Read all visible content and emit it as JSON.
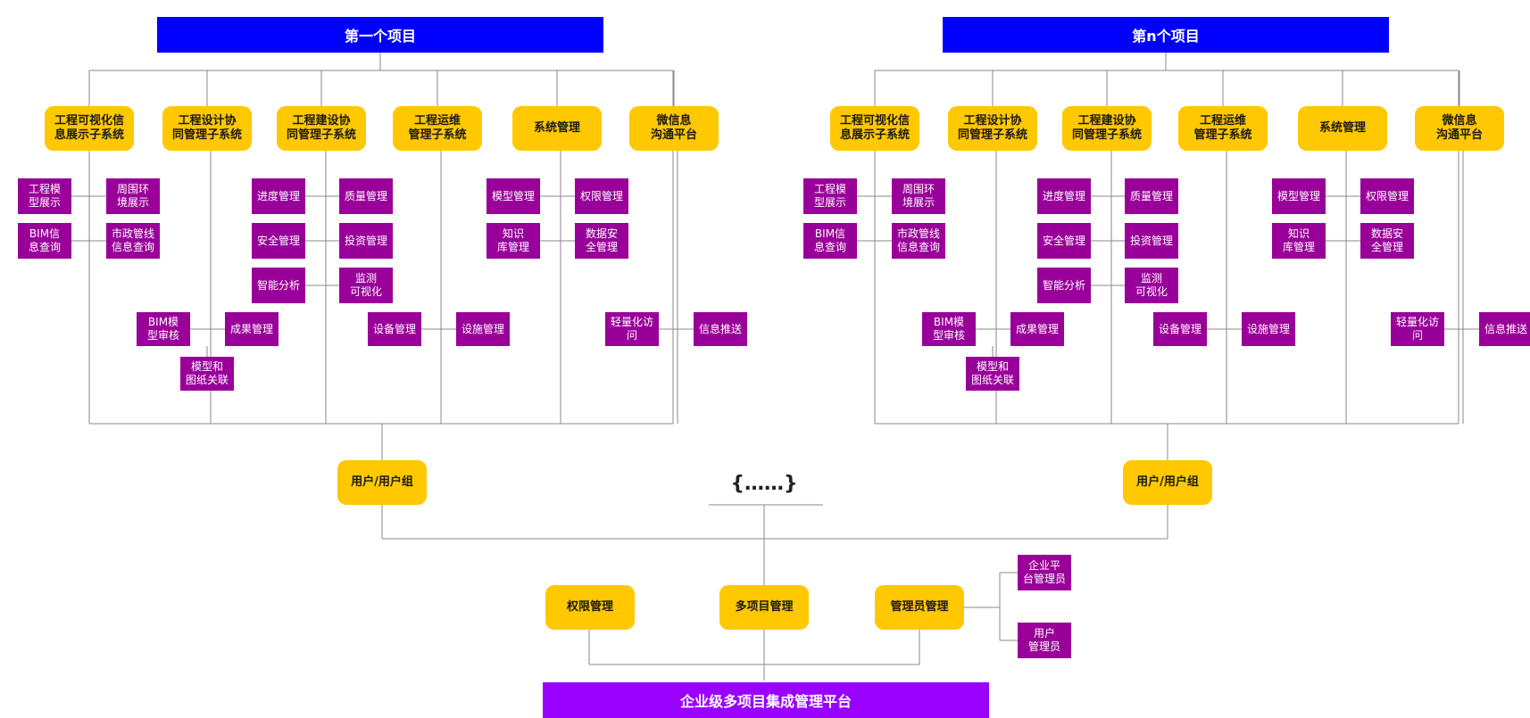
{
  "colors": {
    "project_title_bg": "#0000ff",
    "subsystem_bg": "#ffc800",
    "module_bg": "#990099",
    "platform_bg": "#9900ff",
    "line": "#888888"
  },
  "projects": [
    {
      "title": "第一个项目",
      "subsystems": [
        "工程可视化信\n息展示子系统",
        "工程设计协\n同管理子系统",
        "工程建设协\n同管理子系统",
        "工程运维\n管理子系统",
        "系统管理",
        "微信息\n沟通平台"
      ],
      "modules": [
        "工程模\n型展示",
        "周围环\n境展示",
        "BIM信\n息查询",
        "市政管线\n信息查询",
        "BIM模\n型审核",
        "成果管理",
        "模型和\n图纸关联",
        "进度管理",
        "质量管理",
        "安全管理",
        "投资管理",
        "智能分析",
        "监测\n可视化",
        "设备管理",
        "设施管理",
        "模型管理",
        "权限管理",
        "知识\n库管理",
        "数据安\n全管理",
        "轻量化访\n问",
        "信息推送"
      ],
      "users": "用户/用户组"
    },
    {
      "title": "第n个项目",
      "subsystems": [
        "工程可视化信\n息展示子系统",
        "工程设计协\n同管理子系统",
        "工程建设协\n同管理子系统",
        "工程运维\n管理子系统",
        "系统管理",
        "微信息\n沟通平台"
      ],
      "modules": [
        "工程模\n型展示",
        "周围环\n境展示",
        "BIM信\n息查询",
        "市政管线\n信息查询",
        "BIM模\n型审核",
        "成果管理",
        "模型和\n图纸关联",
        "进度管理",
        "质量管理",
        "安全管理",
        "投资管理",
        "智能分析",
        "监测\n可视化",
        "设备管理",
        "设施管理",
        "模型管理",
        "权限管理",
        "知识\n库管理",
        "数据安\n全管理",
        "轻量化访\n问",
        "信息推送"
      ],
      "users": "用户/用户组"
    }
  ],
  "ellipsis": "{……}",
  "bottom": {
    "permission": "权限管理",
    "multi_project": "多项目管理",
    "admin": "管理员管理",
    "admin_children": [
      "企业平\n台管理员",
      "用户\n管理员"
    ],
    "platform": "企业级多项目集成管理平台"
  }
}
